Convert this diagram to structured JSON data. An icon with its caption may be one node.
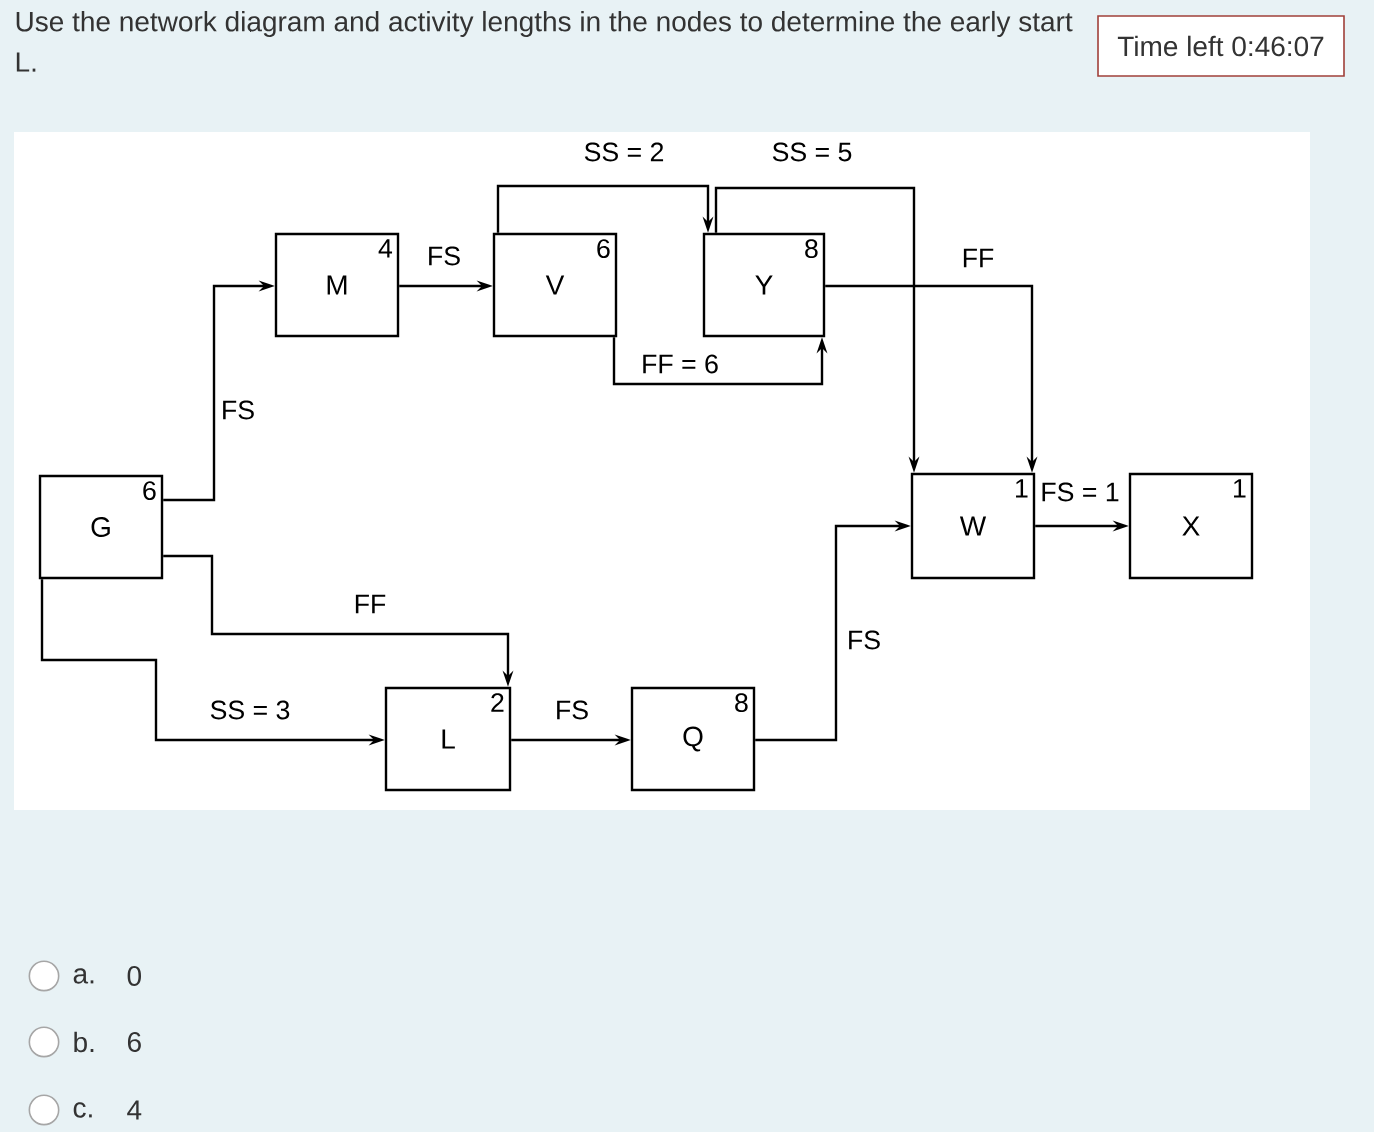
{
  "diagram": {
    "title": "Use the network diagram and activity lengths in the nodes to determine the early start",
    "nodes": [
      {
        "text": [
          "G",
          "6"
        ]
      },
      {
        "text": [
          "M",
          "4"
        ]
      },
      {
        "text": [
          "V",
          "6"
        ]
      },
      {
        "text": [
          "Y",
          "8"
        ]
      },
      {
        "text": [
          "W",
          "1"
        ]
      },
      {
        "text": [
          "X",
          "1"
        ]
      },
      {
        "text": [
          "L",
          "2"
        ]
      },
      {
        "text": [
          "Q",
          "8"
        ]
      },
      {
        "text": [
          "Time left 0:46:07"
        ]
      }
    ],
    "edges": [
      {
        "from": 0,
        "to": 1,
        "arrow": "to",
        "label": "FS"
      },
      {
        "from": 1,
        "to": 2,
        "arrow": "to",
        "label": "FS"
      },
      {
        "from": 2,
        "to": 3,
        "arrow": "to",
        "label": "SS = 2"
      },
      {
        "from": 2,
        "to": 3,
        "arrow": "to",
        "label": "FF = 6"
      },
      {
        "from": 3,
        "to": 4,
        "arrow": "to",
        "label": "SS = 5"
      },
      {
        "from": 3,
        "to": 4,
        "arrow": "to",
        "label": "FF"
      },
      {
        "from": 4,
        "to": 5,
        "arrow": "to",
        "label": "FS = 1"
      },
      {
        "from": 0,
        "to": 6,
        "arrow": "to",
        "label": "FF"
      },
      {
        "from": 0,
        "to": 6,
        "arrow": "to",
        "label": "SS = 3"
      },
      {
        "from": 6,
        "to": 7,
        "arrow": "to",
        "label": "FS"
      },
      {
        "from": 7,
        "to": 4,
        "arrow": "to",
        "label": "FS"
      }
    ],
    "labels": [
      "L.",
      "a.",
      "0",
      "b.",
      "6",
      "c.",
      "4"
    ]
  }
}
